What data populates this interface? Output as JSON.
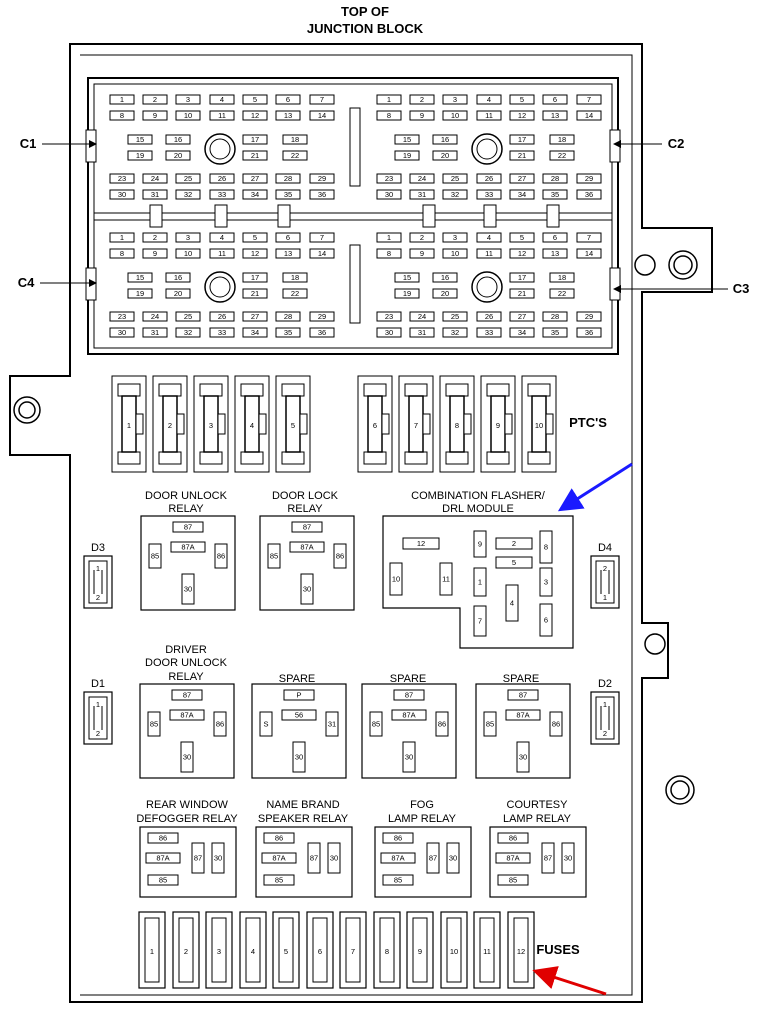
{
  "header": {
    "line1": "TOP OF",
    "line2": "JUNCTION BLOCK"
  },
  "connectors": {
    "c1": "C1",
    "c2": "C2",
    "c3": "C3",
    "c4": "C4",
    "pins_row1": [
      "1",
      "2",
      "3",
      "4",
      "5",
      "6",
      "7"
    ],
    "pins_row2": [
      "8",
      "9",
      "10",
      "11",
      "12",
      "13",
      "14"
    ],
    "pins_row3": [
      "15",
      "16"
    ],
    "pins_row3b": [
      "17",
      "18"
    ],
    "pins_row4": [
      "19",
      "20"
    ],
    "pins_row4b": [
      "21",
      "22"
    ],
    "pins_row5": [
      "23",
      "24",
      "25",
      "26",
      "27",
      "28",
      "29"
    ],
    "pins_row6": [
      "30",
      "31",
      "32",
      "33",
      "34",
      "35",
      "36"
    ]
  },
  "ptc": {
    "label": "PTC'S",
    "items": [
      "1",
      "2",
      "3",
      "4",
      "5",
      "6",
      "7",
      "8",
      "9",
      "10"
    ]
  },
  "relays": {
    "door_unlock": {
      "title1": "DOOR UNLOCK",
      "title2": "RELAY"
    },
    "door_lock": {
      "title1": "DOOR LOCK",
      "title2": "RELAY"
    },
    "flasher": {
      "title1": "COMBINATION FLASHER/",
      "title2": "DRL MODULE",
      "pins": [
        "12",
        "9",
        "2",
        "8",
        "5",
        "10",
        "11",
        "1",
        "3",
        "4",
        "7",
        "6"
      ]
    },
    "driver_door_unlock": {
      "title1": "DRIVER",
      "title2": "DOOR UNLOCK",
      "title3": "RELAY"
    },
    "spare1": {
      "title1": "SPARE"
    },
    "spare2": {
      "title1": "SPARE"
    },
    "spare3": {
      "title1": "SPARE"
    },
    "rear_window": {
      "title1": "REAR WINDOW",
      "title2": "DEFOGGER RELAY"
    },
    "name_brand": {
      "title1": "NAME BRAND",
      "title2": "SPEAKER RELAY"
    },
    "fog": {
      "title1": "FOG",
      "title2": "LAMP RELAY"
    },
    "courtesy": {
      "title1": "COURTESY",
      "title2": "LAMP RELAY"
    },
    "terminals": {
      "t87": "87",
      "t87a": "87A",
      "t85": "85",
      "t86": "86",
      "t30": "30",
      "p": "P",
      "s": "S",
      "t56": "56",
      "t31": "31"
    }
  },
  "diodes": {
    "d1": {
      "label": "D1",
      "pins": [
        "1",
        "2"
      ]
    },
    "d2": {
      "label": "D2",
      "pins": [
        "1",
        "2"
      ]
    },
    "d3": {
      "label": "D3",
      "pins": [
        "1",
        "2"
      ]
    },
    "d4": {
      "label": "D4",
      "pins": [
        "2",
        "1"
      ]
    }
  },
  "fuses": {
    "label": "FUSES",
    "items": [
      "1",
      "2",
      "3",
      "4",
      "5",
      "6",
      "7",
      "8",
      "9",
      "10",
      "11",
      "12"
    ]
  },
  "colors": {
    "blue_arrow": "#1a1aff",
    "red_arrow": "#e00000"
  }
}
